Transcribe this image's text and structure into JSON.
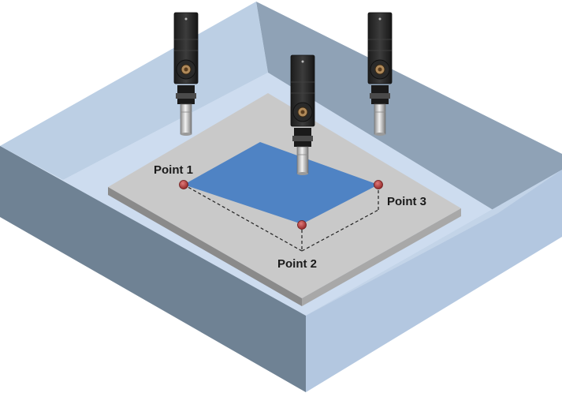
{
  "points": [
    {
      "id": "p1",
      "label": "Point 1"
    },
    {
      "id": "p2",
      "label": "Point 2"
    },
    {
      "id": "p3",
      "label": "Point 3"
    }
  ],
  "sensor_count": 3,
  "colors": {
    "tray_top_rim": "#d4e2f2",
    "tray_floor": "#cddcef",
    "tray_back_wall": "#8fa2b6",
    "tray_left_wall": "#b9cce2",
    "tray_front_left": "#6f8294",
    "tray_front_right": "#b3c7e0",
    "plate_top": "#c9c9c9",
    "plate_side_left": "#8a8a8a",
    "plate_side_right": "#a8a8a8",
    "surface": "#4f83c4",
    "point_marker": "#b23a3a",
    "sensor_body": "#2b2b2b",
    "probe_shaft": "#d0d0d0"
  }
}
